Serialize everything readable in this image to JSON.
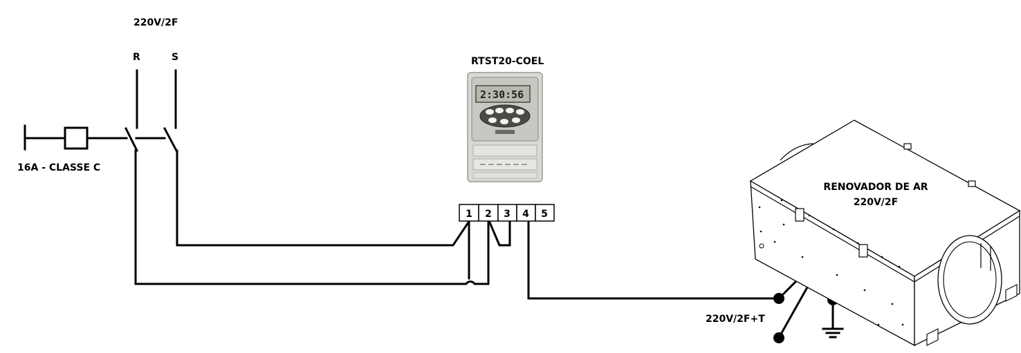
{
  "supply": {
    "voltage_label": "220V/2F",
    "phase_r": "R",
    "phase_s": "S"
  },
  "breaker": {
    "label": "16A - CLASSE C"
  },
  "timer": {
    "model_label": "RTST20-COEL",
    "display_text": "2:30:56",
    "terminals": [
      "1",
      "2",
      "3",
      "4",
      "5"
    ]
  },
  "unit": {
    "name_label": "RENOVADOR DE AR",
    "voltage_label": "220V/2F"
  },
  "connection": {
    "label": "220V/2F+T"
  }
}
